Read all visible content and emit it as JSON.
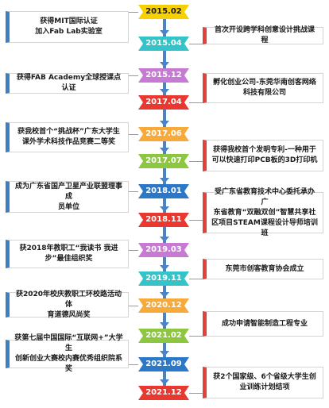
{
  "timeline": [
    {
      "date": "2015.02",
      "color": "#f7d000",
      "first": true
    },
    {
      "date": "2015.04",
      "color": "#33c3c8"
    },
    {
      "date": "2015.12",
      "color": "#c77ad3"
    },
    {
      "date": "2017.04",
      "color": "#e8382f"
    },
    {
      "date": "2017.06",
      "color": "#f7a93a"
    },
    {
      "date": "2017.07",
      "color": "#8dc63f"
    },
    {
      "date": "2018.01",
      "color": "#2c78c8"
    },
    {
      "date": "2018.11",
      "color": "#e8382f"
    },
    {
      "date": "2019.03",
      "color": "#c77ad3"
    },
    {
      "date": "2019.11",
      "color": "#33c3c8"
    },
    {
      "date": "2020.12",
      "color": "#f7a93a"
    },
    {
      "date": "2021.02",
      "color": "#8dc63f"
    },
    {
      "date": "2021.09",
      "color": "#2c78c8"
    },
    {
      "date": "2021.12",
      "color": "#e8382f"
    }
  ],
  "left_events": [
    "获得MIT国际认证\n加入Fab Lab实验室",
    "获得FAB Academy全球授课点认证",
    "获我校首个“挑战杯”广东大学生\n课外学术科技作品竞赛二等奖",
    "成为广东省国产卫星产业联盟理事成\n员单位",
    "获2018年教职工“我读书 我进\n步”最佳组织奖",
    "获2020年校庆教职工环校路活动体\n育道德风尚奖",
    "获第七届中国国际“互联网+”大学生\n创新创业大赛校内赛优秀组织院系奖"
  ],
  "right_events": [
    "首次开设跨学科创意设计挑战课程",
    "孵化创业公司-东莞华南创客网络\n科技有限公司",
    "获得我校首个发明专利-一种用于\n可以快速打印PCB板的3D打印机",
    "受广东省教育技术中心委托承办广\n东省教育“双融双创”智慧共享社\n区项目STEAM课程设计导师培训班",
    "东莞市创客教育协会成立",
    "成功申请智能制造工程专业",
    "获2个国家级、6个省级大学生创\n业训练计划结项"
  ]
}
